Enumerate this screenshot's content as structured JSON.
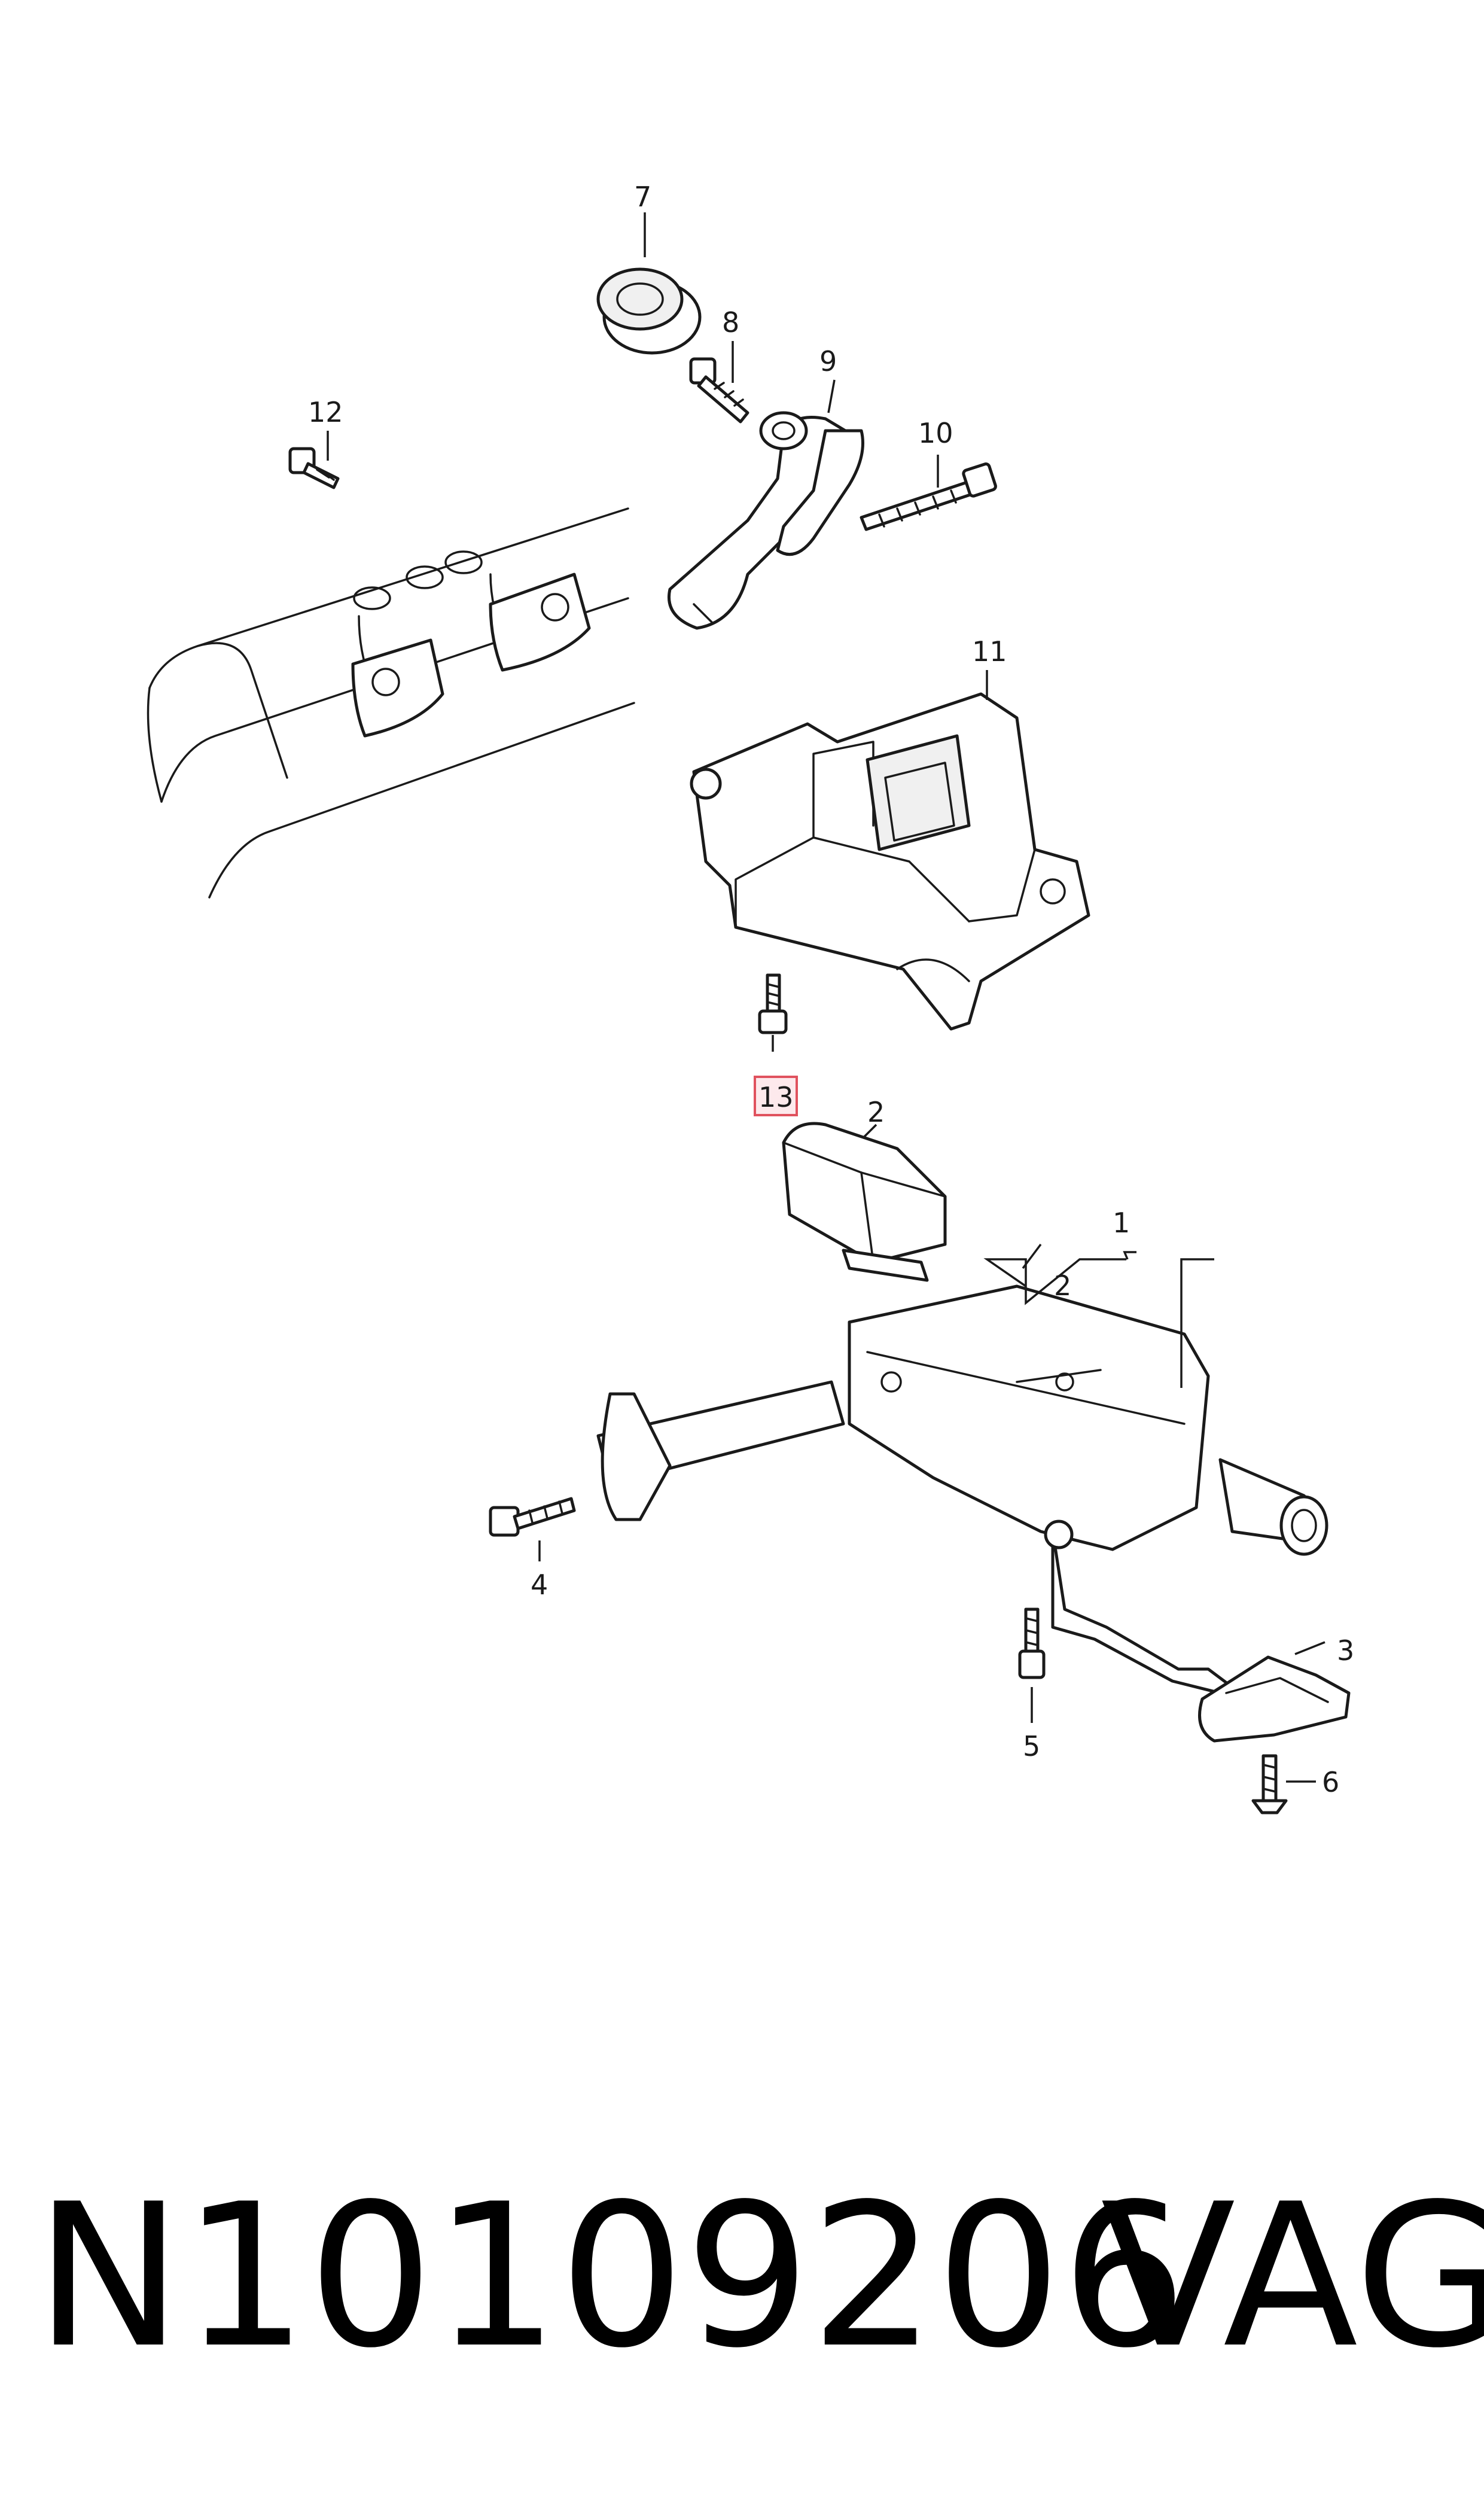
{
  "callouts": {
    "c1": "1",
    "c2_module": "2",
    "c2_bracket": "2",
    "c3": "3",
    "c4": "4",
    "c5": "5",
    "c6": "6",
    "c7": "7",
    "c8": "8",
    "c9": "9",
    "c10": "10",
    "c11": "11",
    "c12": "12",
    "c13": "13"
  },
  "highlighted_callout": "13",
  "highlight_color": "#e0525e",
  "footer": {
    "part_number": "N10109206",
    "brand": "VAG"
  }
}
